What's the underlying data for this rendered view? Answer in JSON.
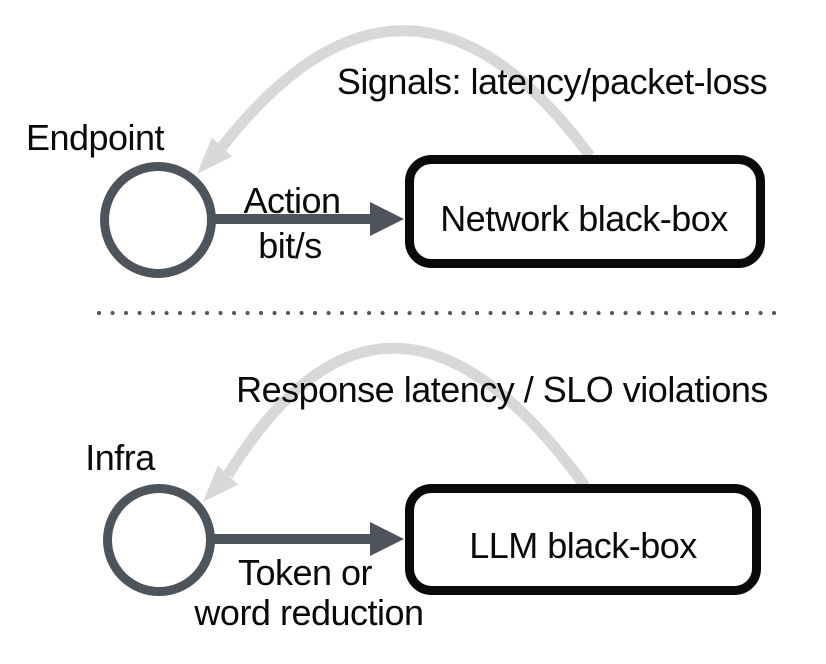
{
  "figure": {
    "kind": "two-panel feedback-loop diagram"
  },
  "colors": {
    "background": "#ffffff",
    "node_stroke": "#4e545b",
    "dark_arrow": "#4e545b",
    "feedback_arrow": "#d8d8d8",
    "box_stroke": "#0a0a0a",
    "text": "#0a0a0a",
    "divider_dots": "#51575d"
  },
  "top_panel": {
    "feedback_label": "Signals: latency/packet-loss",
    "node_label": "Endpoint",
    "action_label_line1": "Action",
    "action_label_line2": "bit/s",
    "box_label": "Network black-box"
  },
  "bottom_panel": {
    "feedback_label": "Response latency / SLO violations",
    "node_label": "Infra",
    "action_label_line1": "Token or",
    "action_label_line2": "word reduction",
    "box_label": "LLM black-box"
  }
}
